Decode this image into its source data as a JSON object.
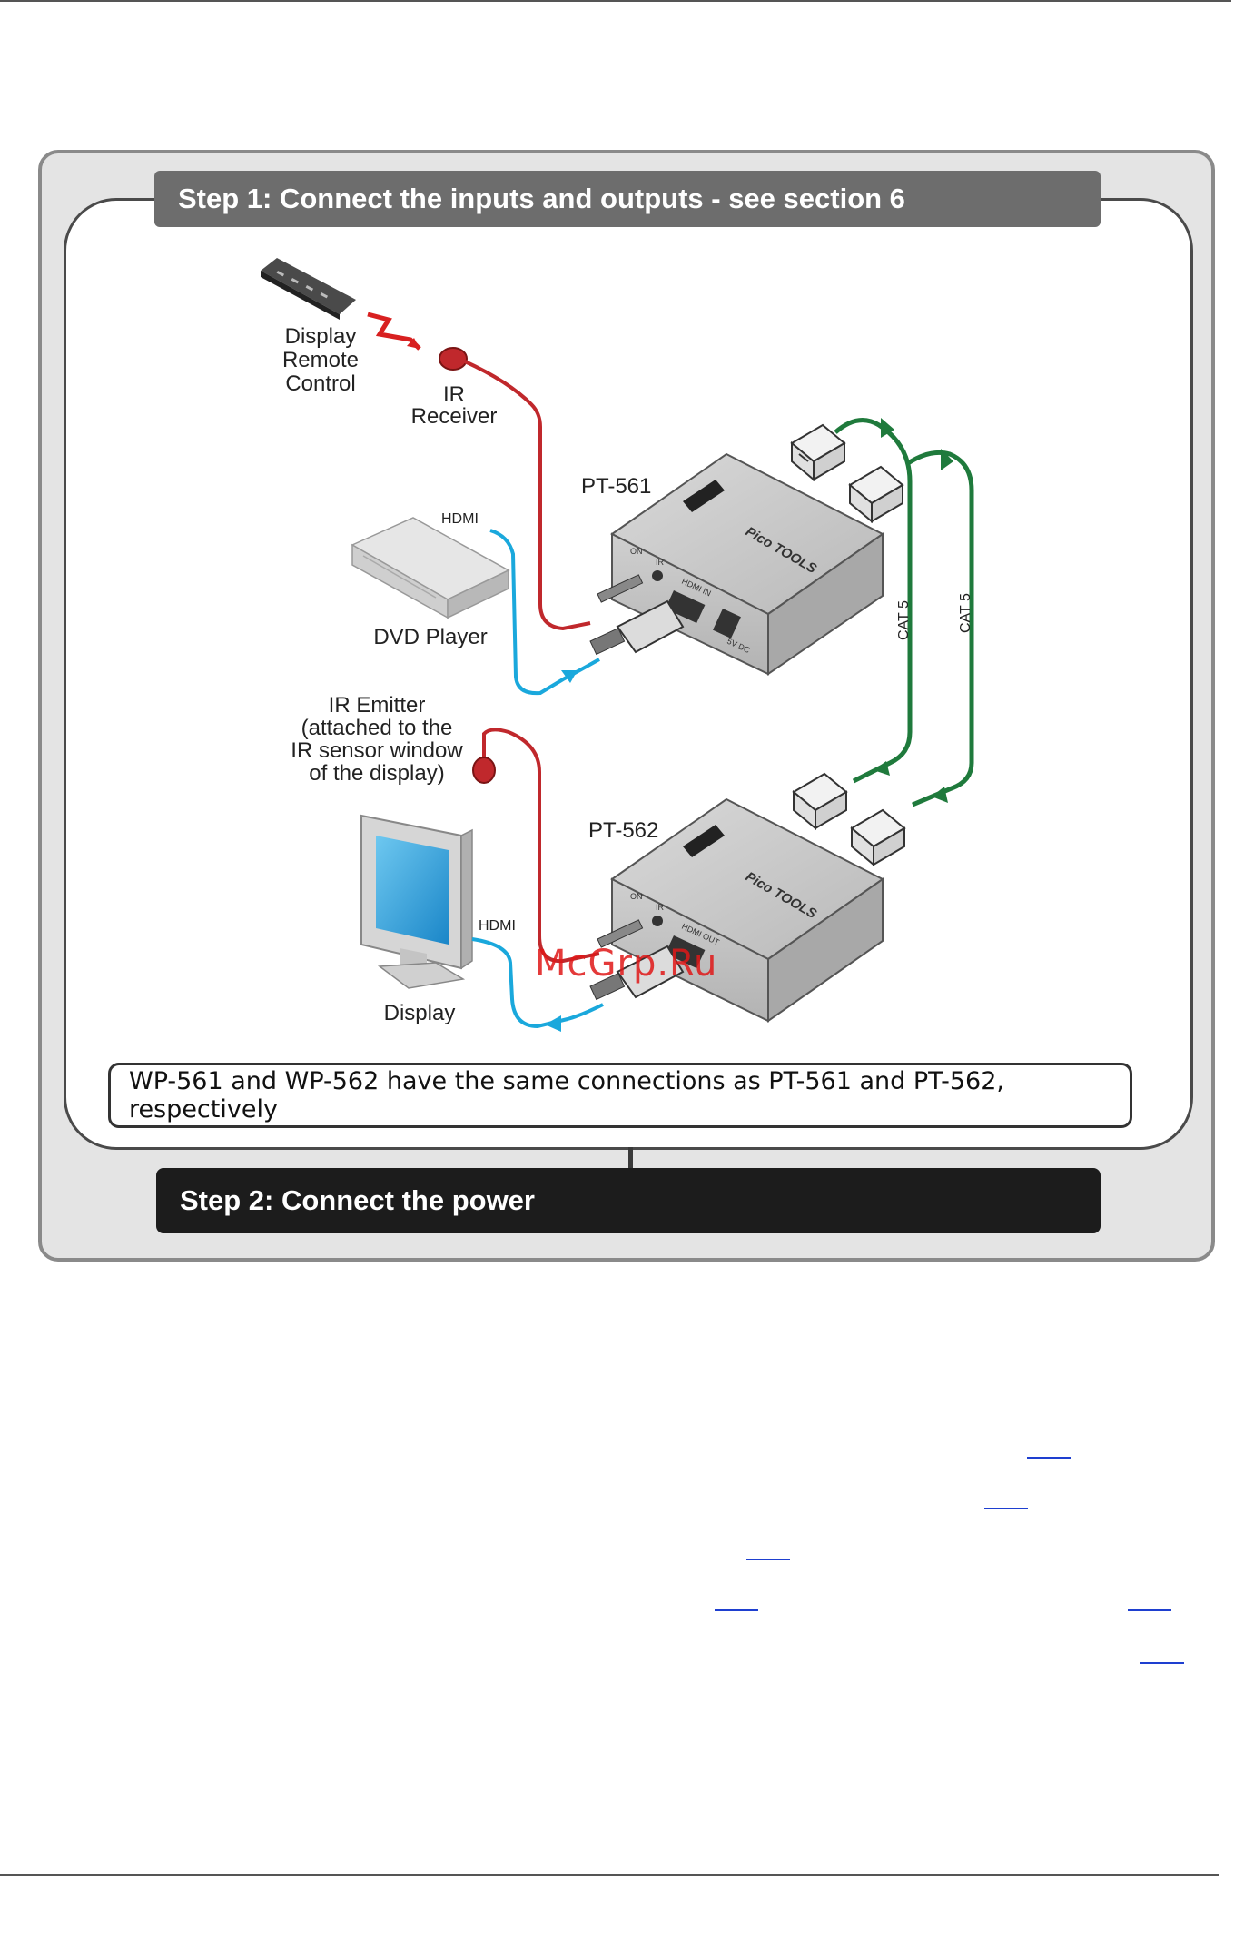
{
  "step1": {
    "label": "Step 1: Connect the inputs and outputs - see section 6"
  },
  "step2": {
    "label": "Step 2: Connect the power"
  },
  "note": {
    "text": "WP-561 and WP-562 have the same connections as PT-561 and PT-562, respectively"
  },
  "diagram": {
    "remote_label": [
      "Display",
      "Remote",
      "Control"
    ],
    "ir_receiver_label": [
      "IR",
      "Receiver"
    ],
    "dvd_label": "DVD Player",
    "hdmi_top": "HDMI",
    "hdmi_bottom": "HDMI",
    "pt561": "PT-561",
    "pt562": "PT-562",
    "ir_emitter_label": [
      "IR Emitter",
      "(attached to the",
      "IR sensor window",
      "of the display)"
    ],
    "display_label": "Display",
    "cat5_a": "CAT 5",
    "cat5_b": "CAT 5",
    "device": {
      "brand": "Pico TOOLS",
      "on": "ON",
      "ir": "IR",
      "hdmi_in": "HDMI IN",
      "hdmi_out": "HDMI OUT",
      "power": "5V DC"
    }
  },
  "watermark": "McGrp.Ru",
  "colors": {
    "ir_cable": "#c0282c",
    "hdmi_cable": "#1aa8dc",
    "cat5_cable": "#1f7a3c",
    "panel_border": "#8a8a8a",
    "step1_bar": "#6d6d6d",
    "step2_bar": "#1c1c1c"
  }
}
